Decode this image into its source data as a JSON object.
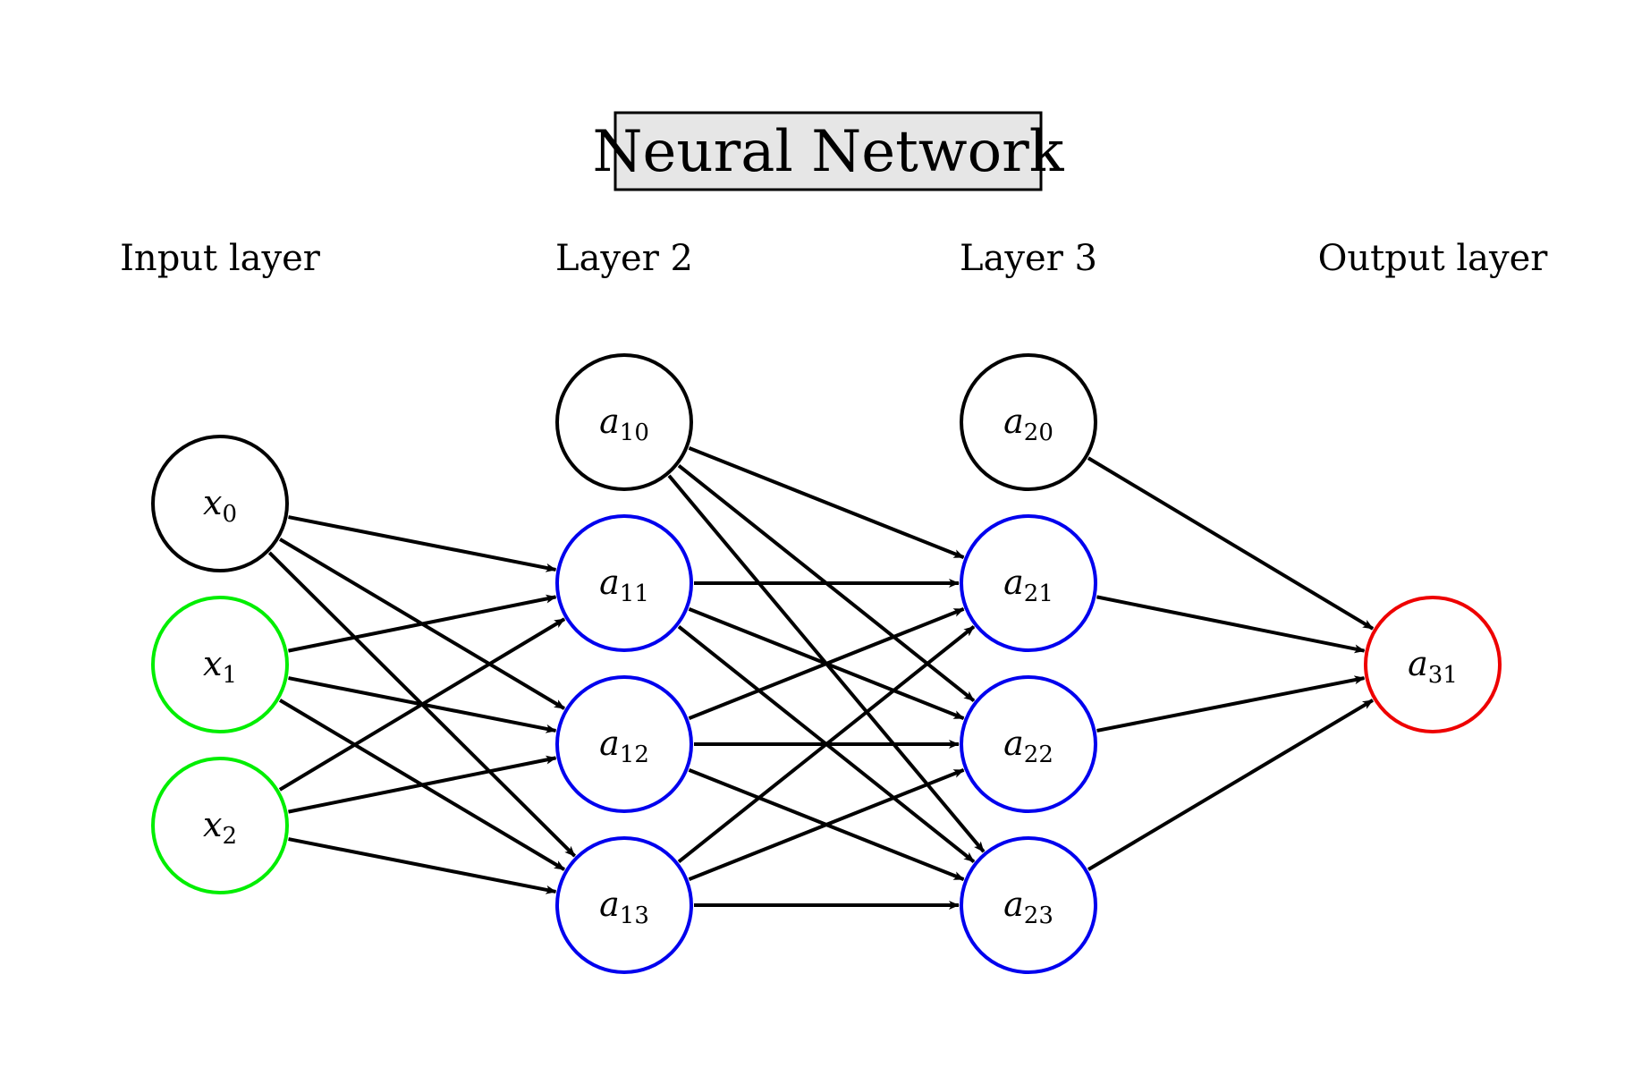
{
  "title": "Neural Network",
  "layers": [
    {
      "label": "Input layer",
      "nodes": [
        {
          "var": "x",
          "sub": "0",
          "color": "#000000"
        },
        {
          "var": "x",
          "sub": "1",
          "color": "#00ee00"
        },
        {
          "var": "x",
          "sub": "2",
          "color": "#00ee00"
        }
      ]
    },
    {
      "label": "Layer 2",
      "nodes": [
        {
          "var": "a",
          "sub": "10",
          "color": "#000000"
        },
        {
          "var": "a",
          "sub": "11",
          "color": "#0000ee"
        },
        {
          "var": "a",
          "sub": "12",
          "color": "#0000ee"
        },
        {
          "var": "a",
          "sub": "13",
          "color": "#0000ee"
        }
      ]
    },
    {
      "label": "Layer 3",
      "nodes": [
        {
          "var": "a",
          "sub": "20",
          "color": "#000000"
        },
        {
          "var": "a",
          "sub": "21",
          "color": "#0000ee"
        },
        {
          "var": "a",
          "sub": "22",
          "color": "#0000ee"
        },
        {
          "var": "a",
          "sub": "23",
          "color": "#0000ee"
        }
      ]
    },
    {
      "label": "Output layer",
      "nodes": [
        {
          "var": "a",
          "sub": "31",
          "color": "#ee0000"
        }
      ]
    }
  ],
  "edges": [
    [
      "x0",
      "a11"
    ],
    [
      "x0",
      "a12"
    ],
    [
      "x0",
      "a13"
    ],
    [
      "x1",
      "a11"
    ],
    [
      "x1",
      "a12"
    ],
    [
      "x1",
      "a13"
    ],
    [
      "x2",
      "a11"
    ],
    [
      "x2",
      "a12"
    ],
    [
      "x2",
      "a13"
    ],
    [
      "a10",
      "a21"
    ],
    [
      "a10",
      "a22"
    ],
    [
      "a10",
      "a23"
    ],
    [
      "a11",
      "a21"
    ],
    [
      "a11",
      "a22"
    ],
    [
      "a11",
      "a23"
    ],
    [
      "a12",
      "a21"
    ],
    [
      "a12",
      "a22"
    ],
    [
      "a12",
      "a23"
    ],
    [
      "a13",
      "a21"
    ],
    [
      "a13",
      "a22"
    ],
    [
      "a13",
      "a23"
    ],
    [
      "a20",
      "a31"
    ],
    [
      "a21",
      "a31"
    ],
    [
      "a22",
      "a31"
    ],
    [
      "a23",
      "a31"
    ]
  ],
  "colors": {
    "title_box_fill": "#e6e6e6",
    "edge": "#000000"
  }
}
